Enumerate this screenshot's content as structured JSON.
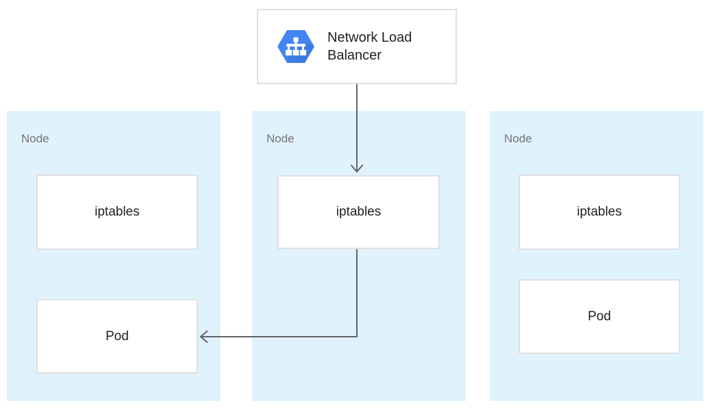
{
  "diagram": {
    "load_balancer": {
      "label": "Network Load Balancer",
      "icon": "gcp-load-balancer-hexagon-icon"
    },
    "nodes": [
      {
        "label": "Node",
        "children": [
          {
            "label": "iptables"
          },
          {
            "label": "Pod"
          }
        ]
      },
      {
        "label": "Node",
        "children": [
          {
            "label": "iptables"
          }
        ]
      },
      {
        "label": "Node",
        "children": [
          {
            "label": "iptables"
          },
          {
            "label": "Pod"
          }
        ]
      }
    ],
    "arrows": [
      {
        "from": "network-load-balancer",
        "to": "node-2-iptables"
      },
      {
        "from": "node-2-iptables",
        "to": "node-1-pod"
      }
    ],
    "colors": {
      "node_fill": "#e0f2fb",
      "box_border": "#e0e0e0",
      "arrow": "#5f6368",
      "label_gray": "#757575",
      "text_dark": "#212121",
      "hexagon_blue": "#4285f4"
    }
  }
}
